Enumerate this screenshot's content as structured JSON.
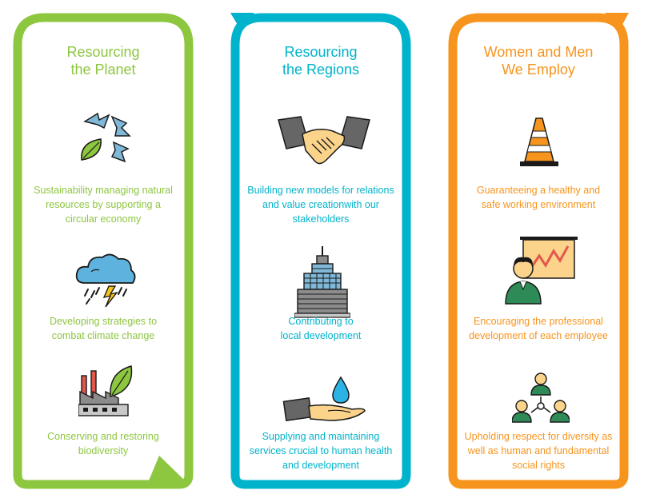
{
  "colors": {
    "green": "#8dc63f",
    "blue": "#00b3cc",
    "orange": "#f7941d"
  },
  "columns": [
    {
      "title": "Resourcing\nthe Planet",
      "items": [
        {
          "icon": "recycle-arrows-leaf-icon",
          "text": "Sustainability managing natural\nresources by supporting a\ncircular economy"
        },
        {
          "icon": "storm-cloud-icon",
          "text": "Developing strategies to\ncombat climate change"
        },
        {
          "icon": "factory-leaf-icon",
          "text": "Conserving and restoring\nbiodiversity"
        }
      ]
    },
    {
      "title": "Resourcing\nthe Regions",
      "items": [
        {
          "icon": "handshake-icon",
          "text": "Building new models for relations\nand value creationwith our\nstakeholders"
        },
        {
          "icon": "skyscraper-icon",
          "text": "Contributing to\nlocal development"
        },
        {
          "icon": "hand-water-drop-icon",
          "text": "Supplying and maintaining\nservices crucial to human health\nand development"
        }
      ]
    },
    {
      "title": "Women and Men\nWe Employ",
      "items": [
        {
          "icon": "traffic-cone-icon",
          "text": "Guaranteeing a healthy and\nsafe working environment"
        },
        {
          "icon": "presenter-chart-icon",
          "text": "Encouraging the professional\ndevelopment of each employee"
        },
        {
          "icon": "people-network-icon",
          "text": "Upholding respect for diversity as\nwell as human and fundamental\nsocial rights"
        }
      ]
    }
  ]
}
